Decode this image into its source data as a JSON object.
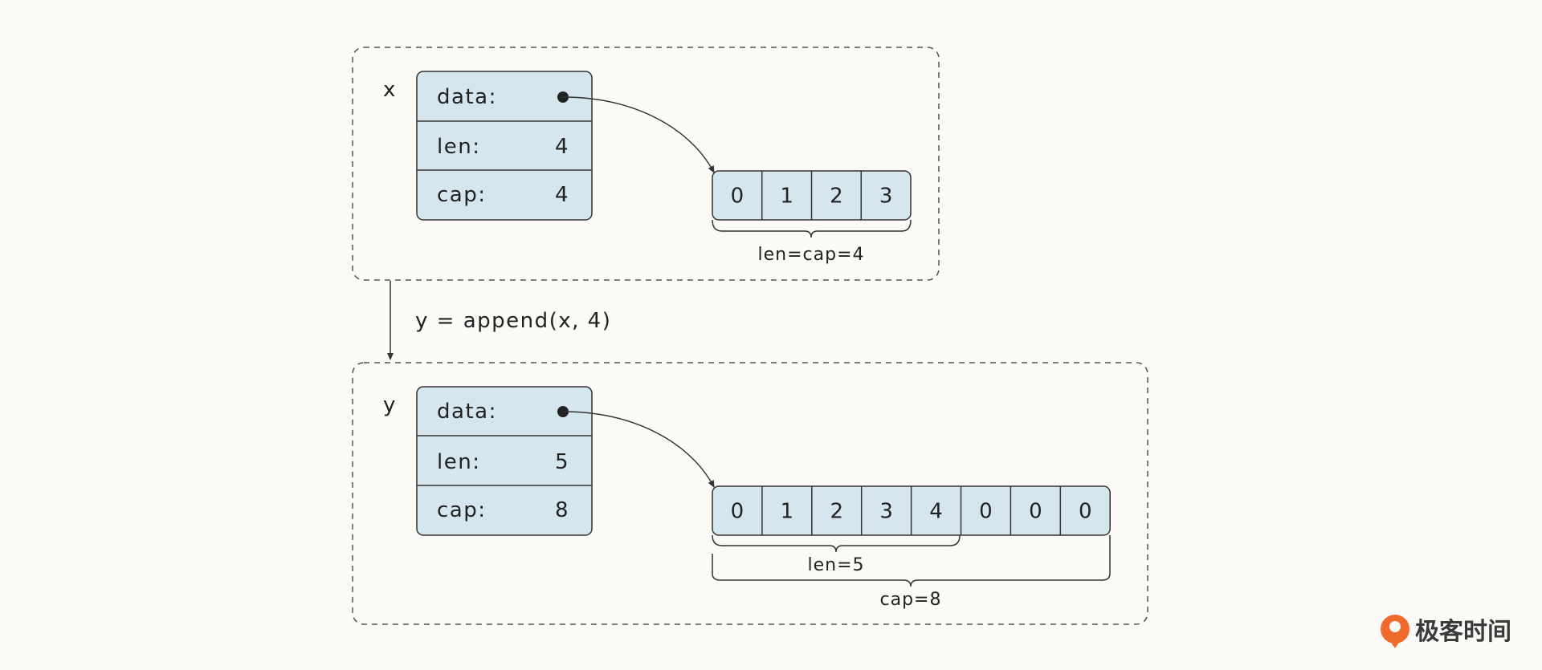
{
  "colors": {
    "cell_fill": "#d6e6ef",
    "stroke": "#333333",
    "dashed_border": "#555555",
    "background": "#fbfaf6",
    "logo_accent": "#f06a2c"
  },
  "top": {
    "var_name": "x",
    "struct": {
      "data_label": "data:",
      "len_label": "len:",
      "len_value": "4",
      "cap_label": "cap:",
      "cap_value": "4"
    },
    "array": [
      "0",
      "1",
      "2",
      "3"
    ],
    "brace_label": "len=cap=4"
  },
  "operation": "y = append(x, 4)",
  "bottom": {
    "var_name": "y",
    "struct": {
      "data_label": "data:",
      "len_label": "len:",
      "len_value": "5",
      "cap_label": "cap:",
      "cap_value": "8"
    },
    "array": [
      "0",
      "1",
      "2",
      "3",
      "4",
      "0",
      "0",
      "0"
    ],
    "len_brace_label": "len=5",
    "cap_brace_label": "cap=8"
  },
  "logo": {
    "text": "极客时间",
    "icon": "geektime-logo-icon"
  }
}
